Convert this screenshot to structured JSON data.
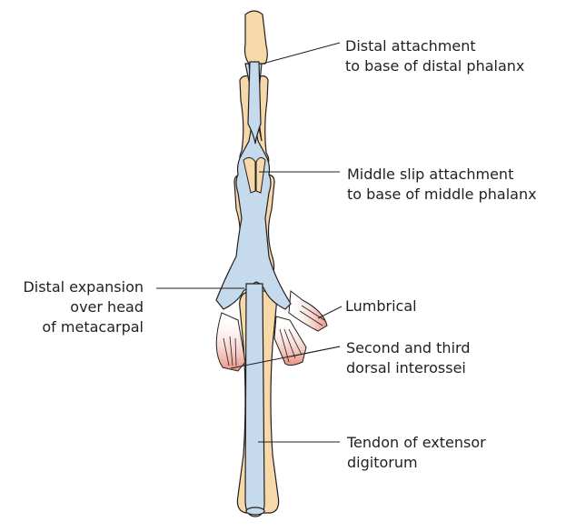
{
  "labels": {
    "distal_attachment": [
      "Distal attachment",
      "to base of distal phalanx"
    ],
    "middle_slip": [
      "Middle slip attachment",
      "to base of middle phalanx"
    ],
    "distal_expansion": [
      "Distal expansion",
      "over head",
      "of metacarpal"
    ],
    "lumbrical": [
      "Lumbrical"
    ],
    "interossei": [
      "Second and third",
      "dorsal interossei"
    ],
    "tendon": [
      "Tendon of extensor",
      "digitorum"
    ]
  },
  "colors": {
    "bone_fill": "#f7d8a9",
    "bone_stroke": "#231f20",
    "tendon_fill": "#c5daec",
    "tendon_stroke": "#231f20",
    "muscle_red": "#e8907f",
    "leader_line": "#231f20"
  }
}
